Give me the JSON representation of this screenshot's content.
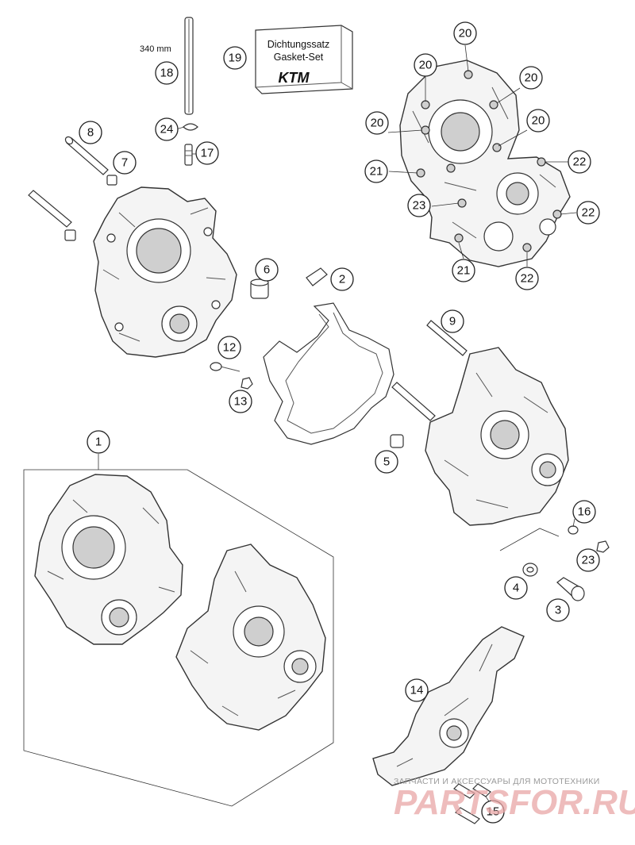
{
  "measurement_label": "340 mm",
  "gasket_box": {
    "line1": "Dichtungssatz",
    "line2": "Gasket-Set",
    "logo_text": "KTM"
  },
  "callouts": [
    "1",
    "2",
    "3",
    "4",
    "5",
    "6",
    "7",
    "8",
    "9",
    "12",
    "13",
    "14",
    "15",
    "16",
    "17",
    "18",
    "19",
    "20",
    "21",
    "22",
    "23",
    "24"
  ],
  "watermark": {
    "line1": "ЗАПЧАСТИ И АКСЕССУАРЫ ДЛЯ МОТОТЕХНИКИ",
    "line2": "PARTSFOR.RU"
  }
}
